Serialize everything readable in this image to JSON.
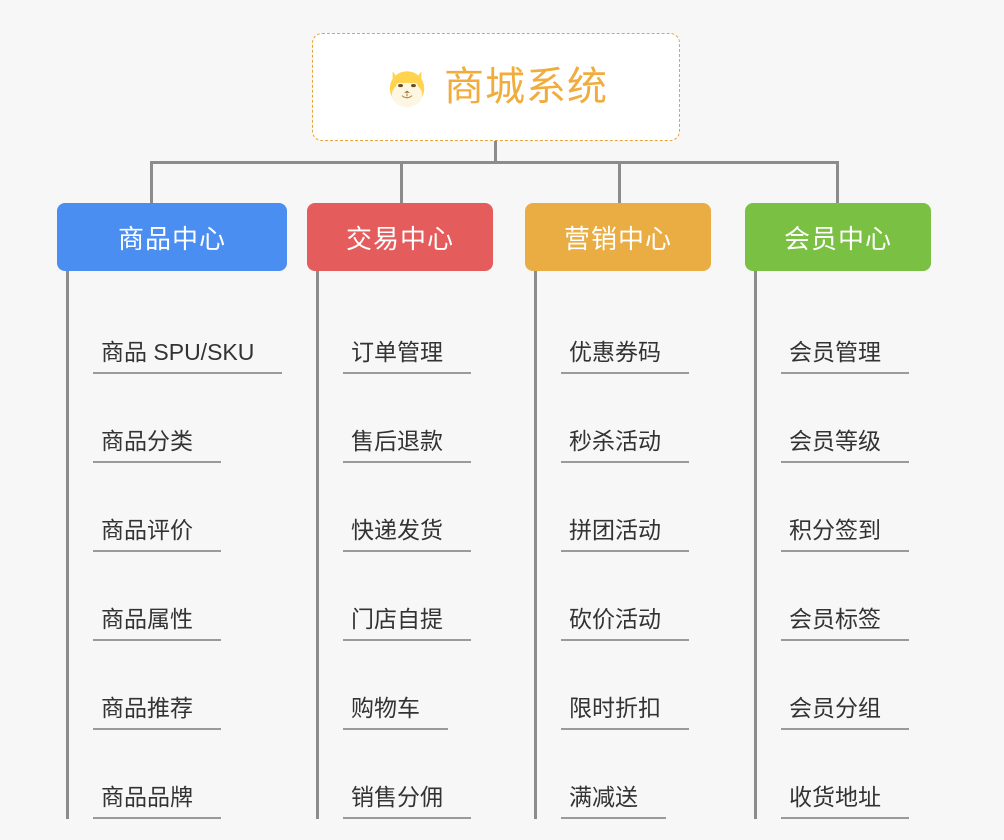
{
  "diagram": {
    "type": "mind-map",
    "background_color": "#f7f7f7",
    "root": {
      "title": "商城系统",
      "icon": "dog-face-emoji",
      "text_color": "#f0ad3e",
      "border_color": "#e8a33d",
      "background_color": "#ffffff"
    },
    "connector_color": "#8c8c8c",
    "categories": [
      {
        "label": "商品中心",
        "color": "#4a8ef2",
        "items": [
          "商品 SPU/SKU",
          "商品分类",
          "商品评价",
          "商品属性",
          "商品推荐",
          "商品品牌"
        ]
      },
      {
        "label": "交易中心",
        "color": "#e55c5c",
        "items": [
          "订单管理",
          "售后退款",
          "快递发货",
          "门店自提",
          "购物车",
          "销售分佣"
        ]
      },
      {
        "label": "营销中心",
        "color": "#eaad43",
        "items": [
          "优惠券码",
          "秒杀活动",
          "拼团活动",
          "砍价活动",
          "限时折扣",
          "满减送"
        ]
      },
      {
        "label": "会员中心",
        "color": "#79c043",
        "items": [
          "会员管理",
          "会员等级",
          "积分签到",
          "会员标签",
          "会员分组",
          "收货地址"
        ]
      }
    ]
  }
}
